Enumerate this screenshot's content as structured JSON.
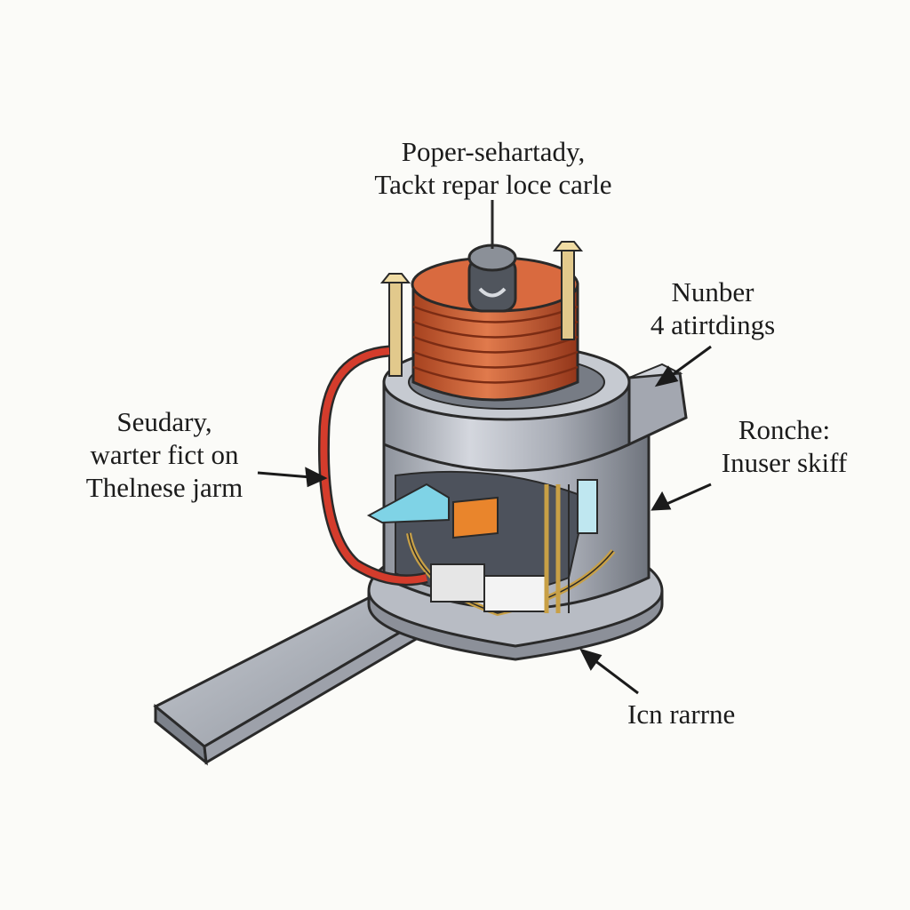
{
  "labels": {
    "top": [
      "Poper-sehartady,",
      "Tackt repar loce carle"
    ],
    "upper_right": [
      "Nunber",
      "4 atirtdings"
    ],
    "left": [
      "Seudary,",
      "warter fict on",
      "Thelnese jarm"
    ],
    "mid_right": [
      "Ronche:",
      "Inuser skiff"
    ],
    "bottom": [
      "Icn rarrne"
    ]
  },
  "colors": {
    "coil": "#c9572d",
    "coil_dark": "#9a3a1c",
    "housing": "#b9bdc6",
    "housing_dark": "#8d929c",
    "wire": "#d43c2c",
    "brass": "#c8a046",
    "accent_blue": "#7fd3e6",
    "accent_orange": "#e9852c",
    "outline": "#2a2a2a"
  }
}
